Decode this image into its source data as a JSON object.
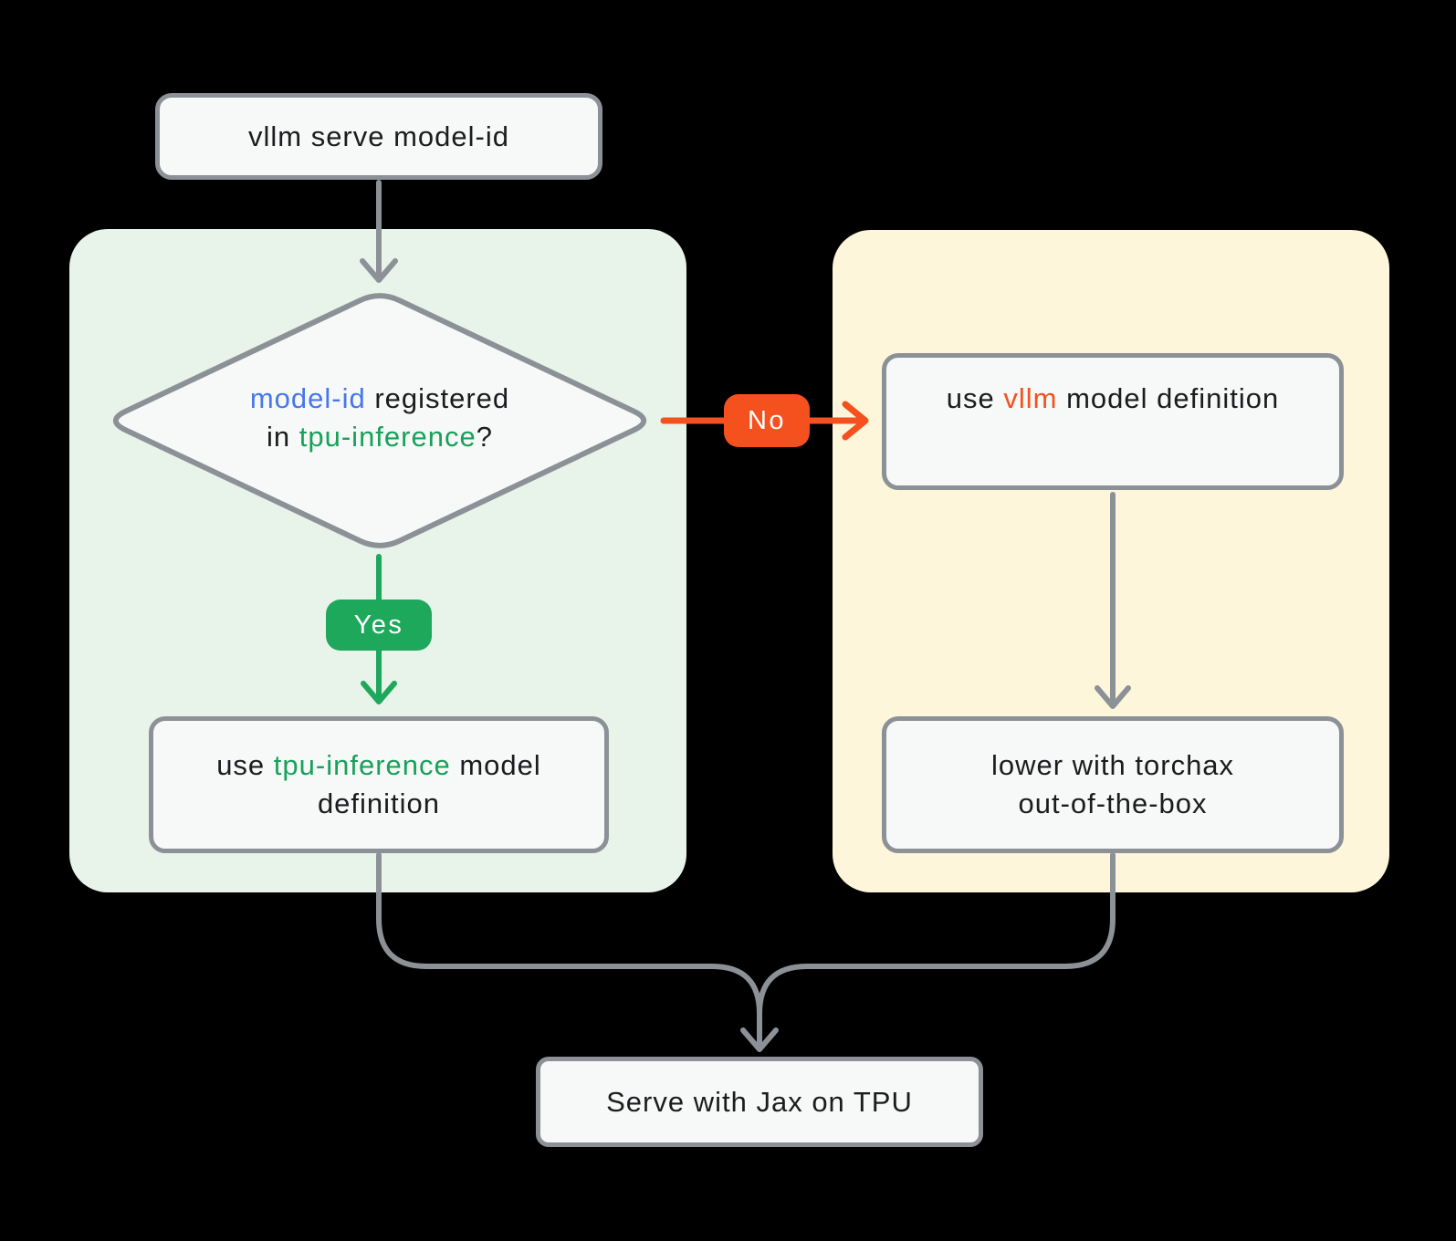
{
  "diagram": {
    "background": "#000000",
    "colors": {
      "panel_yes_branch": "#e8f4ea",
      "panel_no_branch": "#fdf6da",
      "node_fill": "#f7f9f8",
      "node_border": "#8b9196",
      "connector_gray": "#8b9196",
      "accent_blue": "#4677ec",
      "accent_green": "#18a159",
      "badge_yes_green": "#1ea85c",
      "accent_orange": "#f4511e",
      "text_dark": "#1a1c1e"
    },
    "nodes": {
      "start": {
        "label": "vllm serve model-id"
      },
      "decision": {
        "line1": {
          "seg_model_id": "model-id",
          "seg_registered": " registered"
        },
        "line2": {
          "seg_in": "in ",
          "seg_tpu_inference": "tpu-inference",
          "seg_question": "?"
        }
      },
      "use_tpu": {
        "line1": {
          "seg_use": "use ",
          "seg_tpu_inference": "tpu-inference",
          "seg_rest": " model"
        },
        "line2": "definition"
      },
      "use_vllm": {
        "seg_use": "use ",
        "seg_vllm": "vllm",
        "seg_rest": " model definition"
      },
      "torchax": {
        "line1": "lower with torchax",
        "line2": "out-of-the-box"
      },
      "serve": {
        "label": "Serve with Jax on TPU"
      }
    },
    "edges": {
      "yes_label": "Yes",
      "no_label": "No"
    }
  }
}
